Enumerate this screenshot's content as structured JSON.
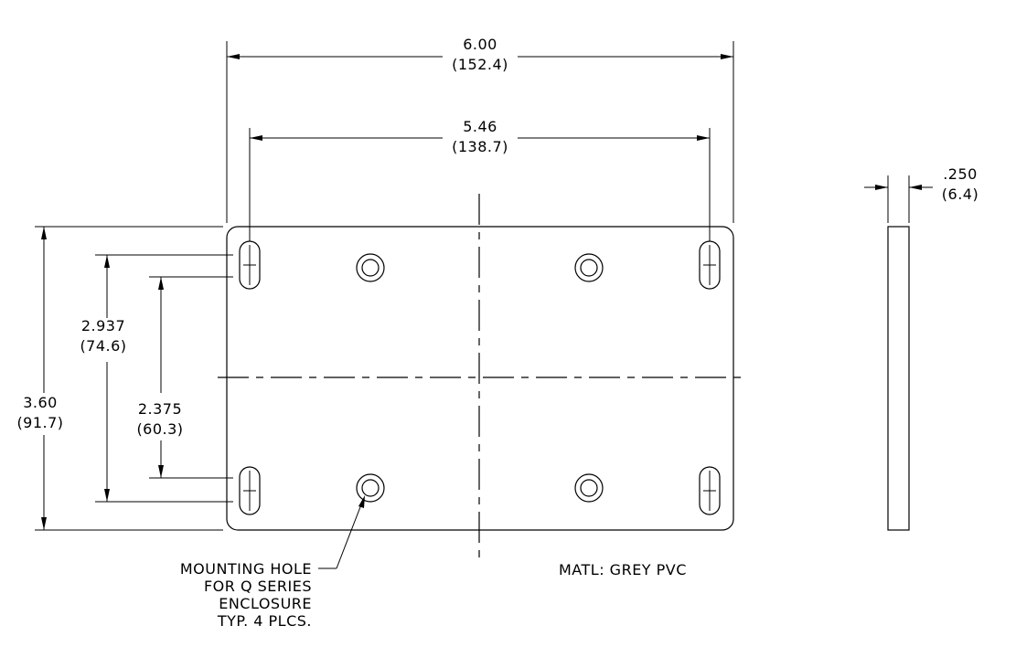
{
  "dimensions": {
    "overall_width": {
      "imperial": "6.00",
      "metric": "(152.4)"
    },
    "slot_spacing": {
      "imperial": "5.46",
      "metric": "(138.7)"
    },
    "overall_height": {
      "imperial": "3.60",
      "metric": "(91.7)"
    },
    "slot_vertical": {
      "imperial": "2.937",
      "metric": "(74.6)"
    },
    "hole_vertical": {
      "imperial": "2.375",
      "metric": "(60.3)"
    },
    "thickness": {
      "imperial": ".250",
      "metric": "(6.4)"
    }
  },
  "notes": {
    "mounting_hole": [
      "MOUNTING HOLE",
      "FOR Q SERIES",
      "ENCLOSURE",
      "TYP. 4 PLCS."
    ],
    "material": "MATL: GREY PVC"
  }
}
